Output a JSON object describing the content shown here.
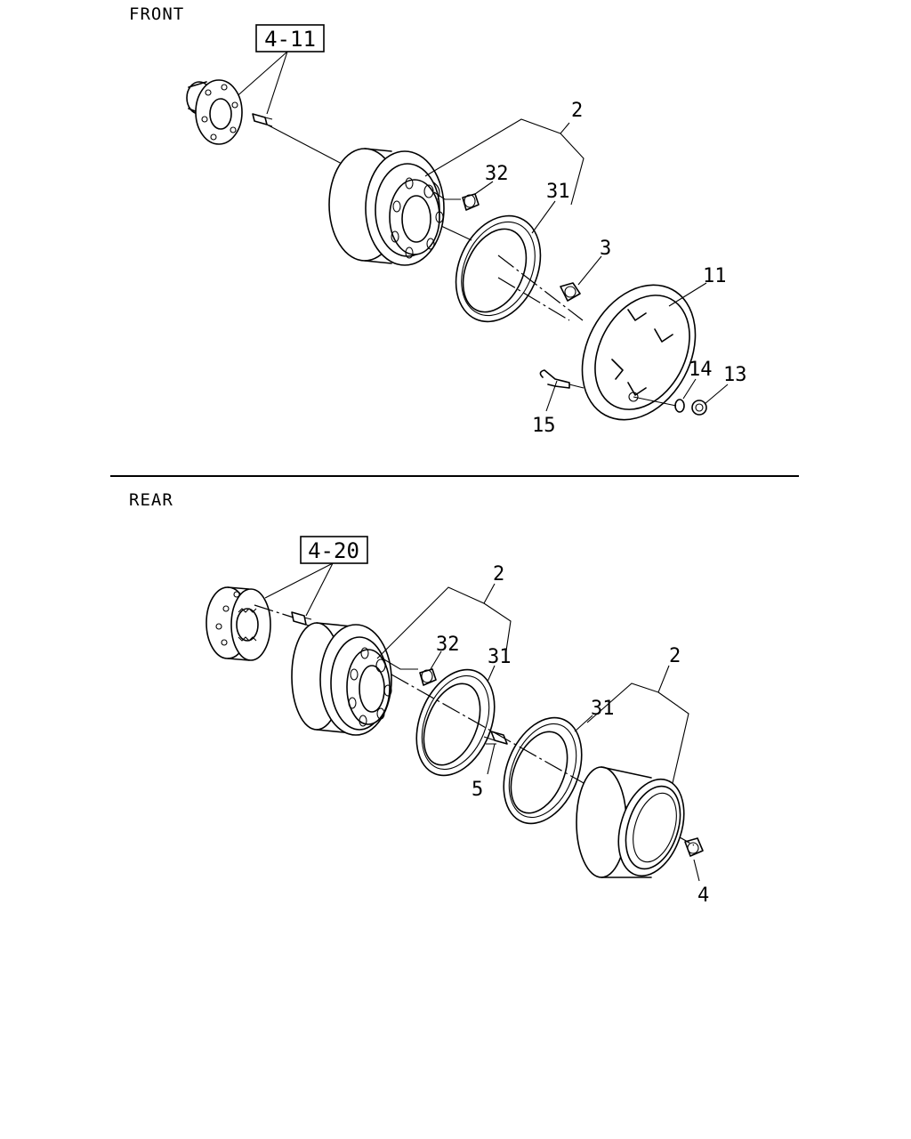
{
  "sections": {
    "front": {
      "label": "FRONT",
      "ref_box": "4-11",
      "callouts": {
        "wheel": "2",
        "cap_nut": "32",
        "rim_ring": "31",
        "wheel_nut": "3",
        "cover": "11",
        "washer": "14",
        "nut": "13",
        "bolt": "15"
      }
    },
    "rear": {
      "label": "REAR",
      "ref_box": "4-20",
      "callouts": {
        "inner_wheel": "2",
        "cap_nut": "32",
        "inner_rim_ring": "31",
        "stud": "5",
        "outer_rim_ring": "31",
        "outer_wheel": "2",
        "wheel_nut": "4"
      }
    }
  }
}
